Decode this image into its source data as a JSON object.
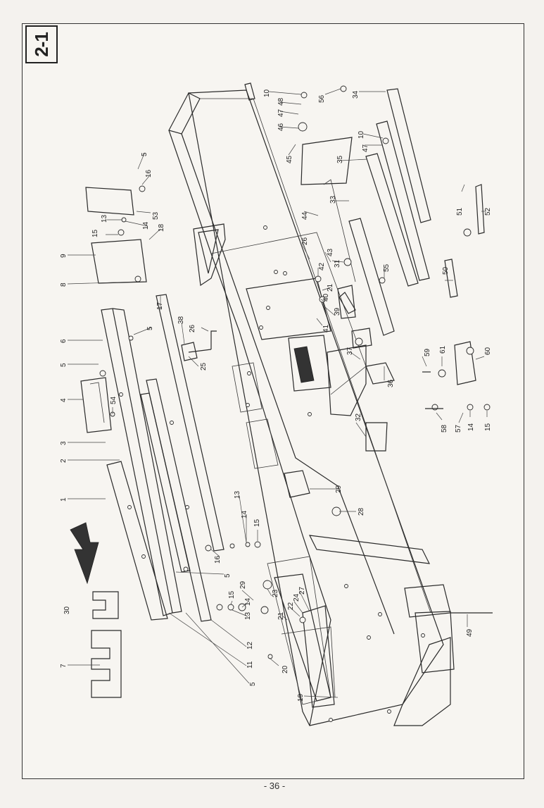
{
  "section_label": "2-1",
  "page_number": "- 36 -",
  "callouts": [
    "1",
    "2",
    "3",
    "4",
    "5",
    "5",
    "5",
    "5",
    "5",
    "6",
    "7",
    "8",
    "9",
    "10",
    "10",
    "11",
    "12",
    "13",
    "13",
    "13",
    "14",
    "14",
    "14",
    "14",
    "15",
    "15",
    "15",
    "15",
    "16",
    "16",
    "17",
    "18",
    "19",
    "20",
    "21",
    "21",
    "22",
    "23",
    "24",
    "25",
    "26",
    "26",
    "27",
    "28",
    "29",
    "29",
    "30",
    "31",
    "32",
    "33",
    "34",
    "35",
    "36",
    "37",
    "38",
    "39",
    "40",
    "41",
    "42",
    "43",
    "44",
    "45",
    "46",
    "47",
    "47",
    "48",
    "49",
    "50",
    "51",
    "52",
    "53",
    "54",
    "55",
    "56",
    "57",
    "58",
    "59",
    "60",
    "61"
  ]
}
